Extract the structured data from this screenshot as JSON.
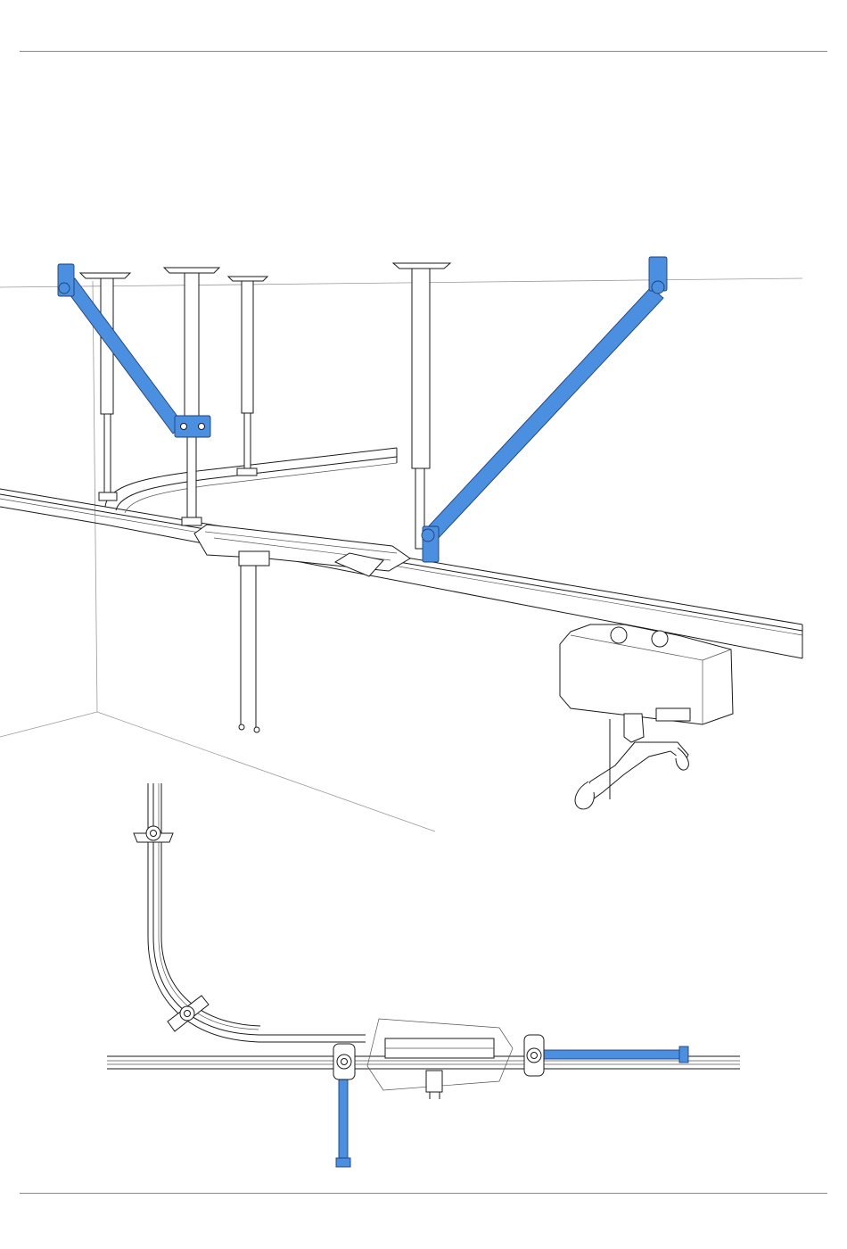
{
  "page": {
    "header_rule": true,
    "footer_rule": true
  },
  "colors": {
    "accent": "#4a8fe0",
    "accent_dark": "#1f3f7a",
    "line": "#1a1a1a",
    "room_line": "#9a9a9a"
  },
  "illustration": {
    "isometric_view": {
      "ceiling_supports": 4,
      "diagonal_braces_highlighted": 2,
      "rail_layout": "curved-t-junction",
      "carriage": "hoist-unit-with-lift-hook"
    },
    "plan_view": {
      "clamps": 4,
      "highlighted_rail_segments": 2
    }
  }
}
